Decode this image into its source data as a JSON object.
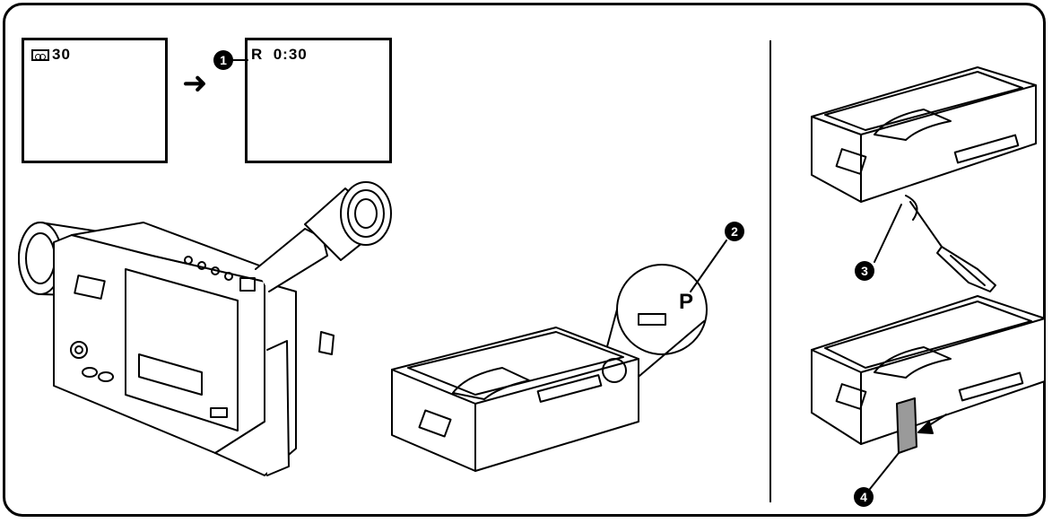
{
  "screens": {
    "before": {
      "icon": "cassette-icon",
      "counter": "30"
    },
    "after": {
      "text": "R  0:30"
    }
  },
  "markers": {
    "m1": "1",
    "m2": "2",
    "m3": "3",
    "m4": "4"
  },
  "callout": {
    "tab_letter": "P"
  }
}
